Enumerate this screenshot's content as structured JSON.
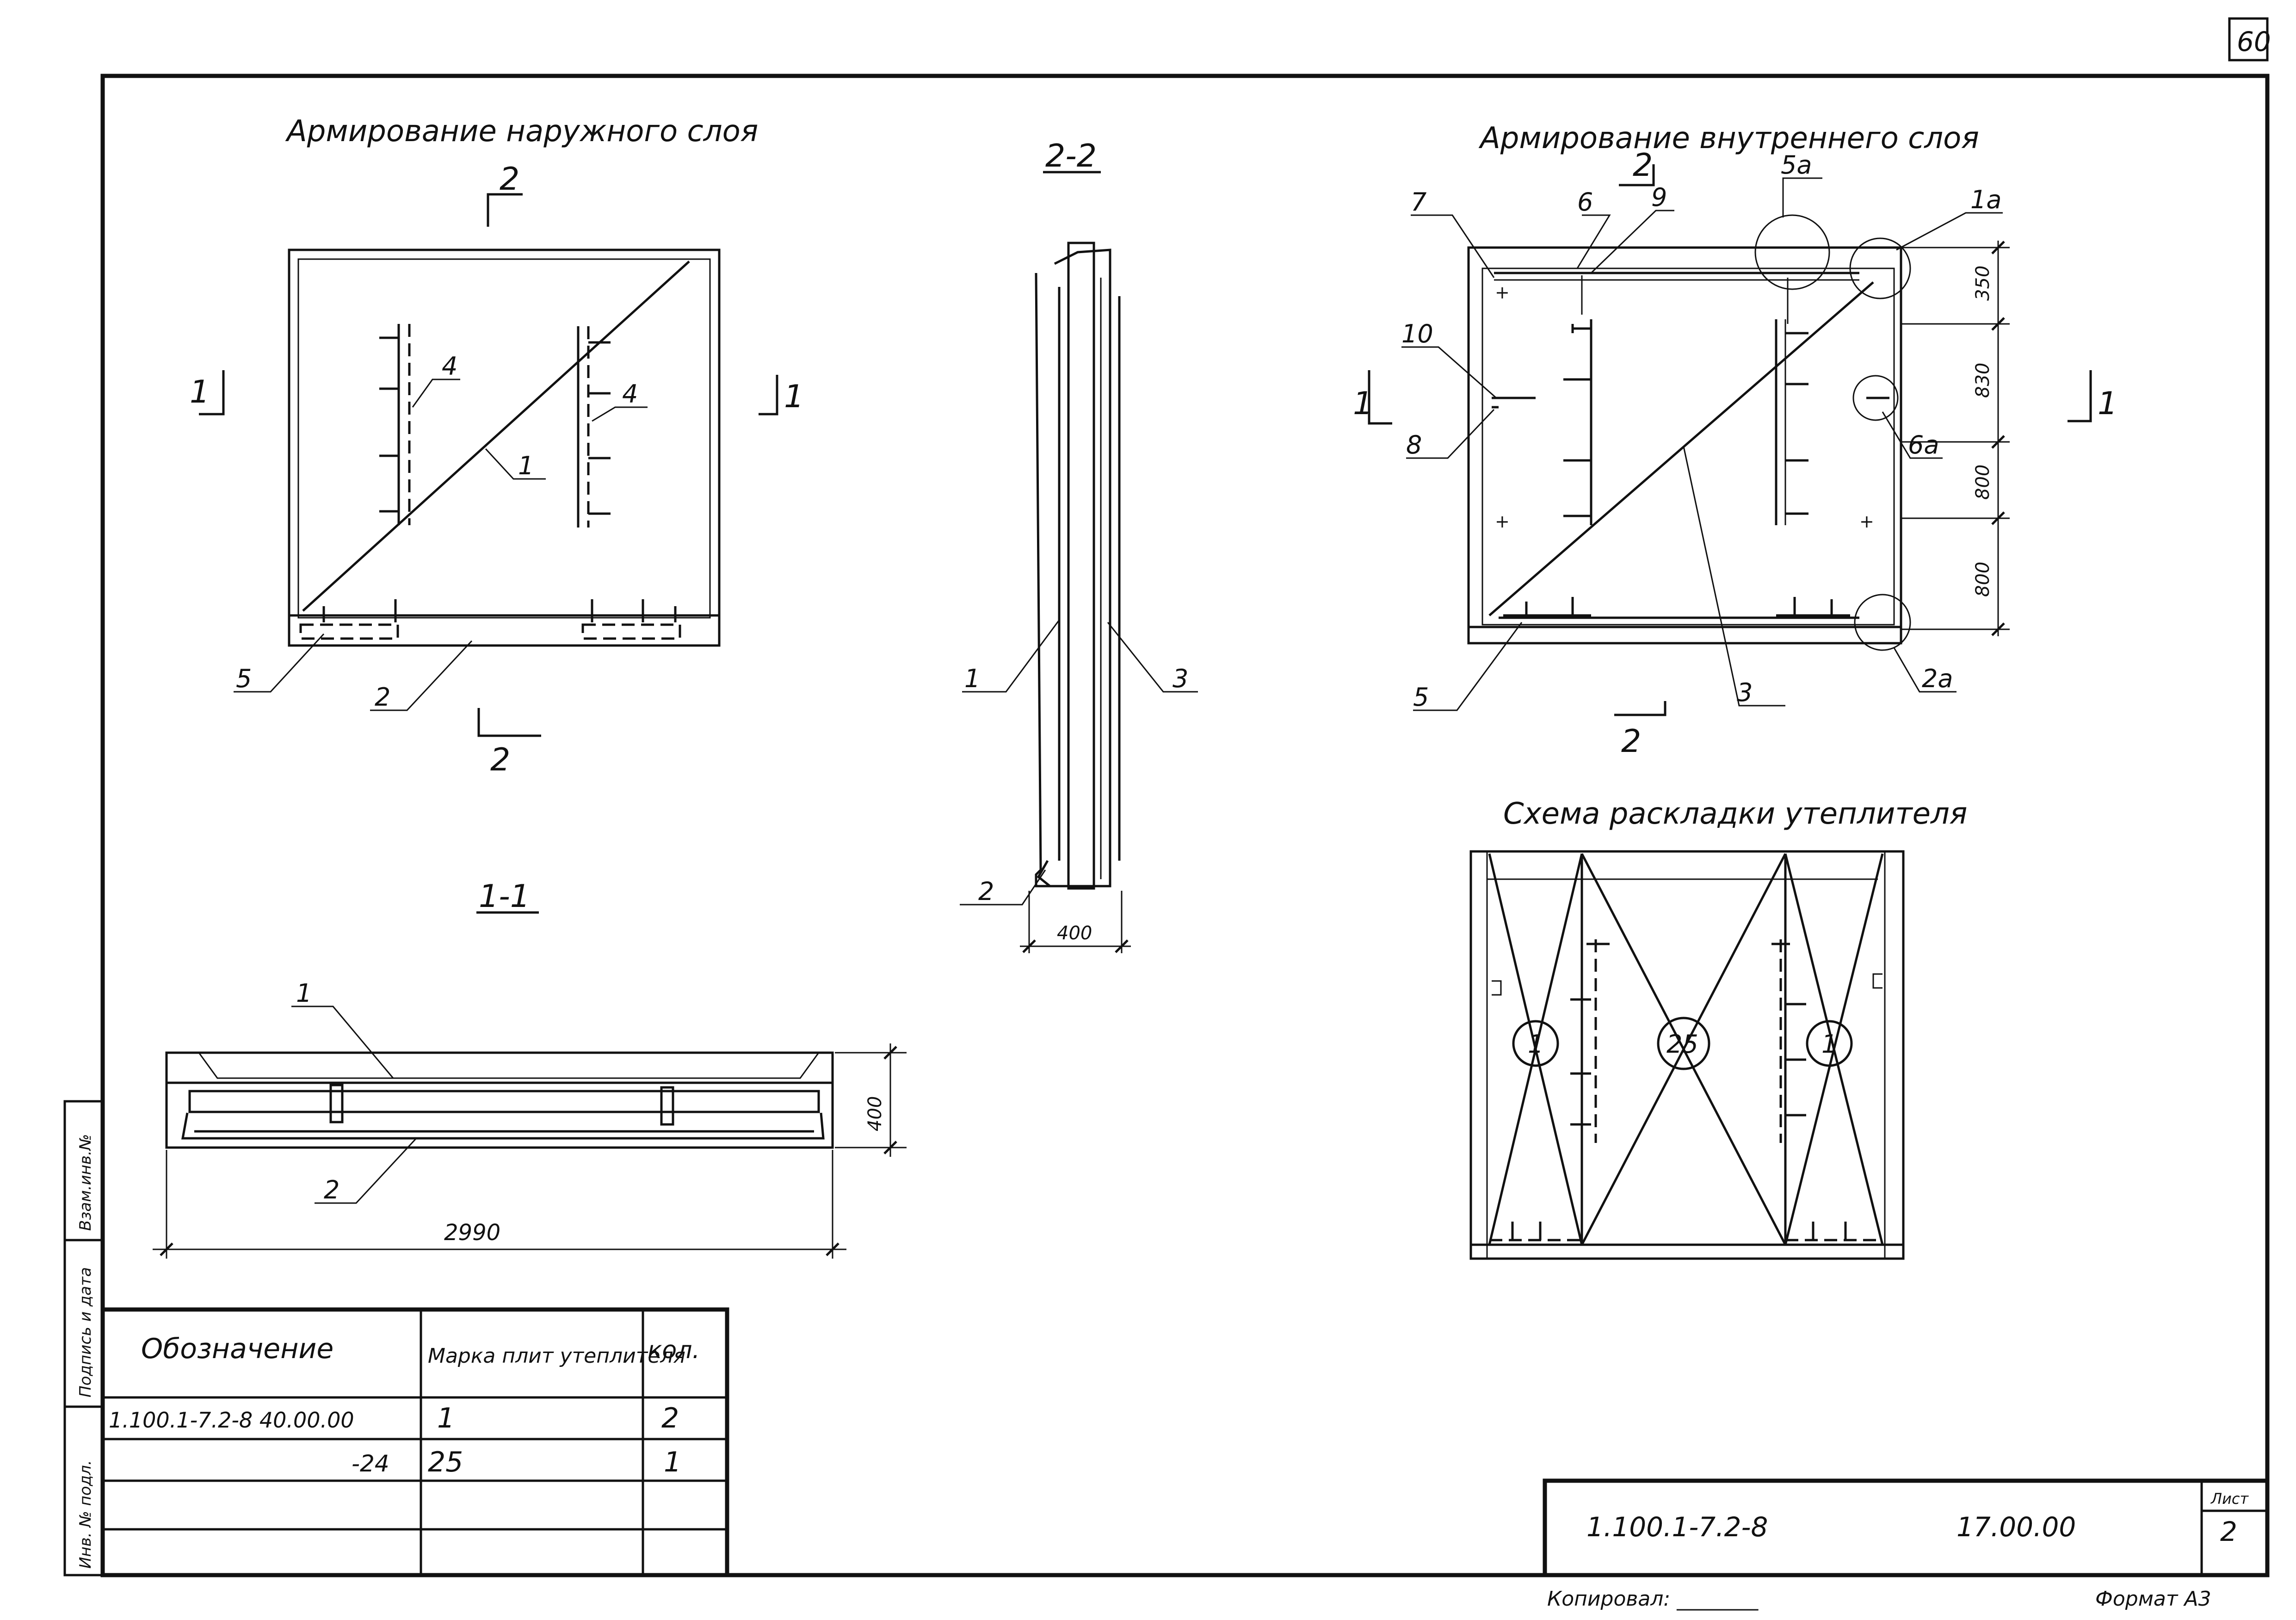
{
  "sheet_number": "60",
  "views": {
    "outer_title": "Армирование наружного слоя",
    "inner_title": "Армирование внутреннего слоя",
    "insulation_title": "Схема раскладки утеплителя",
    "section_22_title": "2-2",
    "section_11_title": "1-1"
  },
  "cut_marks": {
    "one": "1",
    "two": "2"
  },
  "callouts": {
    "outer": [
      "4",
      "4",
      "1",
      "5",
      "2"
    ],
    "section_22": [
      "1",
      "3",
      "2"
    ],
    "section_11": [
      "1",
      "2"
    ],
    "inner": [
      "7",
      "6",
      "9",
      "5a",
      "1a",
      "10",
      "8",
      "6a",
      "5",
      "3",
      "2a"
    ]
  },
  "dimensions": {
    "inner_vertical": [
      "350",
      "830",
      "800",
      "800"
    ],
    "section_22_width": "400",
    "section_11_height": "400",
    "section_11_length": "2990"
  },
  "insulation_marks": [
    "1",
    "25",
    "1"
  ],
  "spec_table": {
    "headers": [
      "Обозначение",
      "Марка плит утеплителя",
      "кол."
    ],
    "rows": [
      [
        "1.100.1-7.2-8   40.00.00",
        "1",
        "2"
      ],
      [
        "-24",
        "25",
        "1"
      ],
      [
        "",
        "",
        ""
      ],
      [
        "",
        "",
        ""
      ]
    ]
  },
  "side_stamp": [
    "Взам.инв.№",
    "Подпись и дата",
    "Инв. № подл."
  ],
  "title_block": {
    "code": "1.100.1-7.2-8",
    "number": "17.00.00",
    "sheet_label": "Лист",
    "sheet_value": "2",
    "copied_by": "Копировал: ________",
    "format": "Формат А3"
  }
}
